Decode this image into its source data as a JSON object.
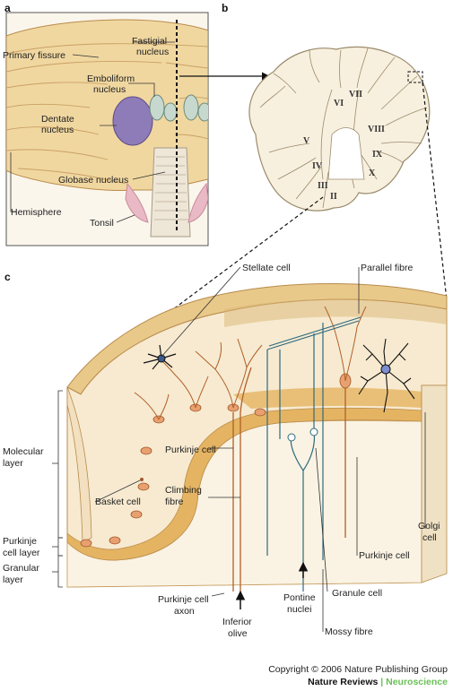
{
  "panels": {
    "a": "a",
    "b": "b",
    "c": "c"
  },
  "panel_a": {
    "primary_fissure": "Primary fissure",
    "fastigial_1": "Fastigial",
    "fastigial_2": "nucleus",
    "emboliform_1": "Emboliform",
    "emboliform_2": "nucleus",
    "dentate_1": "Dentate",
    "dentate_2": "nucleus",
    "globose": "Globase nucleus",
    "hemisphere": "Hemisphere",
    "tonsil": "Tonsil"
  },
  "panel_b": {
    "lobules": [
      "VII",
      "VI",
      "V",
      "VIII",
      "IX",
      "X",
      "IV",
      "III",
      "II"
    ]
  },
  "panel_c": {
    "stellate": "Stellate cell",
    "parallel": "Parallel fibre",
    "molecular_1": "Molecular",
    "molecular_2": "layer",
    "purkinje_cell_inner": "Purkinje cell",
    "climbing_1": "Climbing",
    "climbing_2": "fibre",
    "basket": "Basket cell",
    "purkinje_layer_1": "Purkinje",
    "purkinje_layer_2": "cell layer",
    "granular_1": "Granular",
    "granular_2": "layer",
    "golgi_1": "Golgi",
    "golgi_2": "cell",
    "purkinje_cell_right": "Purkinje cell",
    "granule_cell": "Granule cell",
    "pontine_1": "Pontine",
    "pontine_2": "nuclei",
    "mossy": "Mossy fibre",
    "purkinje_axon_1": "Purkinje cell",
    "purkinje_axon_2": "axon",
    "inferior_1": "Inferior",
    "inferior_2": "olive"
  },
  "footer": {
    "copyright": "Copyright © 2006 Nature Publishing Group",
    "journal": "Nature Reviews",
    "separator": "|",
    "field": "Neuroscience"
  },
  "colors": {
    "tan": "#f0d7a0",
    "tan_dark": "#c9a063",
    "molecular": "#f7ead0",
    "purkinje_band": "#e5b462",
    "granular": "#faf3e3",
    "purkinje_cell": "#e8a070",
    "fibre_brown": "#b0602a",
    "fibre_teal": "#2e6a80",
    "dentate_purple": "#8e7cb8"
  }
}
